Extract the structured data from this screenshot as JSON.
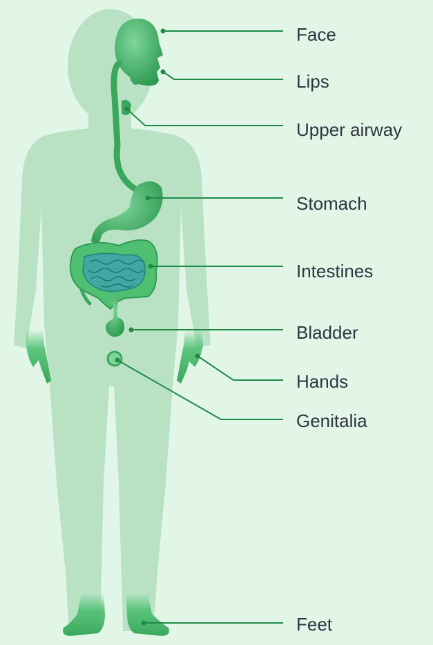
{
  "labels": {
    "face": "Face",
    "lips": "Lips",
    "upper_airway": "Upper airway",
    "stomach": "Stomach",
    "intestines": "Intestines",
    "bladder": "Bladder",
    "hands": "Hands",
    "genitalia": "Genitalia",
    "feet": "Feet"
  },
  "colors": {
    "background": "#e2f6e8",
    "body_silhouette": "#b9e2c5",
    "organ": "#4fbf72",
    "organ_dark": "#2f9b52",
    "intestine_fill": "#3fa8a2",
    "leader_line": "#1f8a45",
    "text": "#2f3440"
  }
}
